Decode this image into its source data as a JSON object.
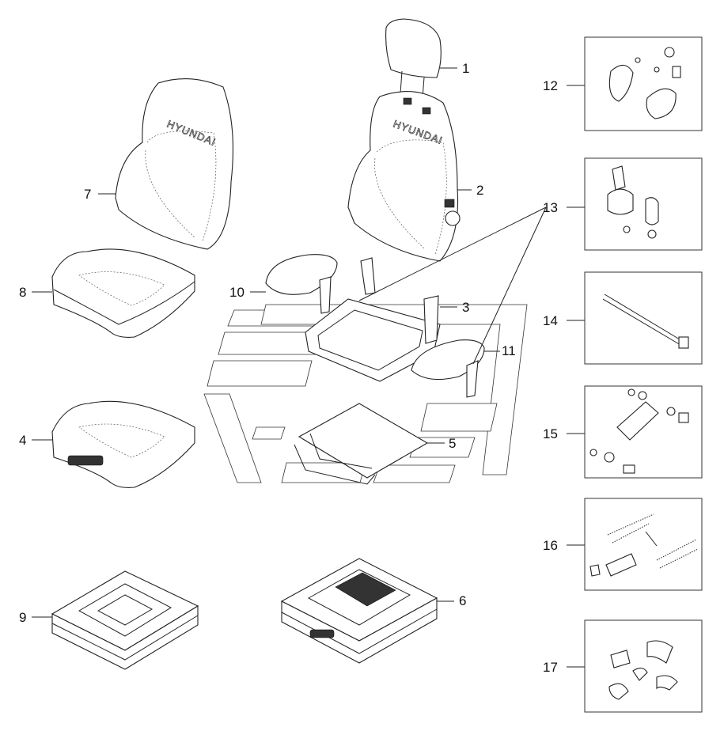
{
  "brand_mark": "HYUNDAI",
  "callouts": {
    "c1": "1",
    "c2": "2",
    "c3": "3",
    "c4": "4",
    "c5": "5",
    "c6": "6",
    "c7": "7",
    "c8": "8",
    "c9": "9",
    "c10": "10",
    "c11": "11",
    "c12": "12",
    "c13": "13",
    "c14": "14",
    "c15": "15",
    "c16": "16",
    "c17": "17"
  },
  "colors": {
    "line": "#222222",
    "background": "#ffffff",
    "watermark_fill": "#ffffff"
  }
}
